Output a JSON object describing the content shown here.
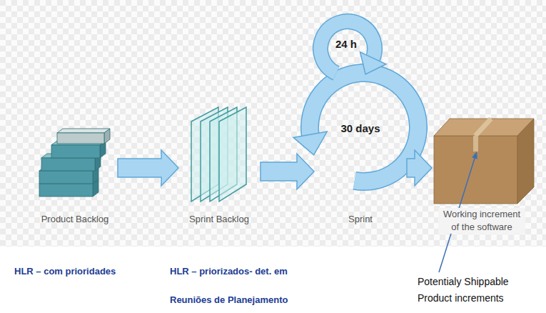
{
  "diagram": {
    "nodes": [
      {
        "text": [
          "Product Backlog"
        ]
      },
      {
        "text": [
          "Sprint Backlog"
        ]
      },
      {
        "text": [
          "24 h",
          "30 days",
          "Sprint"
        ]
      },
      {
        "text": [
          "Working increment of the software"
        ]
      }
    ],
    "edges": [
      {
        "from": 0,
        "to": 1,
        "arrow": "to"
      },
      {
        "from": 1,
        "to": 2,
        "arrow": "to"
      },
      {
        "from": 2,
        "to": 3,
        "arrow": "to"
      }
    ],
    "labels": [
      "HLR – com prioridades",
      "HLR – priorizados- det. em Reuniões de Planejamento",
      "Potentialy Shippable Product increments"
    ]
  }
}
